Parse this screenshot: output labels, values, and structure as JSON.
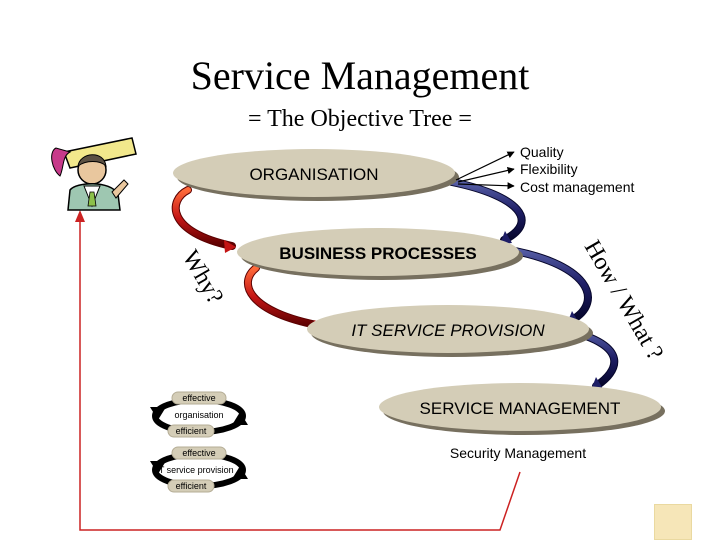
{
  "title": "Service Management",
  "subtitle": "= The Objective Tree =",
  "levels": {
    "organisation": "ORGANISATION",
    "business_processes": "BUSINESS PROCESSES",
    "it_service_provision": "IT SERVICE PROVISION",
    "service_management": "SERVICE MANAGEMENT"
  },
  "objectives": [
    "Quality",
    "Flexibility",
    "Cost management"
  ],
  "why_label": "Why?",
  "how_what_label": "How / What ?",
  "security_management": "Security Management",
  "mini_cycle": {
    "effective_top": "effective",
    "organisation": "organisation",
    "efficient_top": "efficient",
    "effective_bottom": "effective",
    "it_service_provision": "IT service provision",
    "efficient_bottom": "efficient"
  },
  "colors": {
    "ellipse": "#d4cdb7",
    "ellipse_shadow": "#77705f",
    "curve_left": "#c41515",
    "curve_right": "#1e1e66",
    "feedback_line": "#cc2222"
  },
  "icons": [
    "presenter-clipart-icon"
  ]
}
